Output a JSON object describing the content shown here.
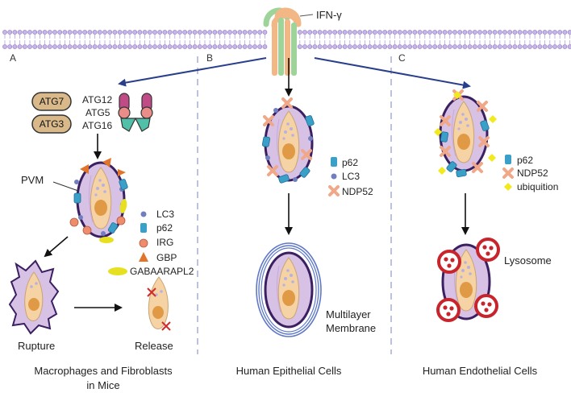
{
  "ifn_label": "IFN-γ",
  "panels": {
    "a": "A",
    "b": "B",
    "c": "C"
  },
  "panel_a": {
    "atg7": "ATG7",
    "atg3": "ATG3",
    "atg12": "ATG12",
    "atg5": "ATG5",
    "atg16": "ATG16",
    "pvm": "PVM",
    "legend": {
      "lc3": "LC3",
      "p62": "p62",
      "irg": "IRG",
      "gbp": "GBP",
      "gabaarapl2": "GABAARAPL2"
    },
    "rupture": "Rupture",
    "release": "Release",
    "caption_line1": "Macrophages and Fibroblasts",
    "caption_line2": "in Mice"
  },
  "panel_b": {
    "legend": {
      "p62": "p62",
      "lc3": "LC3",
      "ndp52": "NDP52"
    },
    "membrane_line1": "Multilayer",
    "membrane_line2": "Membrane",
    "caption": "Human Epithelial Cells"
  },
  "panel_c": {
    "legend": {
      "p62": "p62",
      "ndp52": "NDP52",
      "ubiquition": "ubiquition"
    },
    "lysosome": "Lysosome",
    "caption": "Human Endothelial Cells"
  },
  "colors": {
    "membrane": "#b7a6d8",
    "vacuole_fill": "#d7c2e6",
    "vacuole_ring": "#3a2060",
    "parasite": "#f6d3a4",
    "nucleus": "#e09a45",
    "lc3": "#6f7fbf",
    "p62": "#3aa0c8",
    "irg": "#ee8c6c",
    "gbp": "#e0742b",
    "gabaarapl2": "#e6e020",
    "ndp52": "#f0a888",
    "ubiquition": "#f2ea1c",
    "lysosome": "#c8242c",
    "arrow_blue": "#2a3f8c",
    "receptor_green": "#9ed39a",
    "receptor_orange": "#f2b784"
  }
}
